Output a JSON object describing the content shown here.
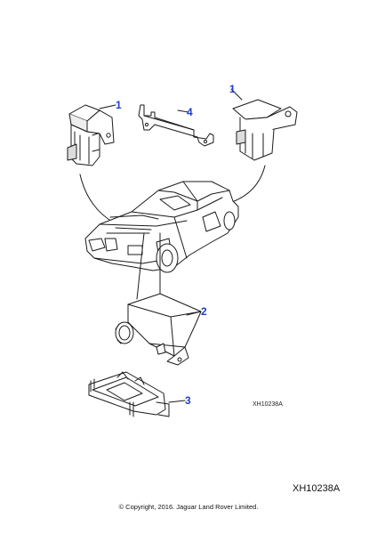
{
  "callouts": [
    {
      "label": "1",
      "part": "sensor-left"
    },
    {
      "label": "4",
      "part": "mounting-bracket"
    },
    {
      "label": "1",
      "part": "sensor-right"
    },
    {
      "label": "2",
      "part": "control-module"
    },
    {
      "label": "3",
      "part": "module-bracket"
    }
  ],
  "diagram_ref_small": "XH10238A",
  "diagram_ref": "XH10238A",
  "copyright": "© Copyright, 2016. Jaguar Land Rover Limited.",
  "colors": {
    "line": "#1a1a1a",
    "callout_text": "#1f3fd1",
    "part_fill": "#ffffff",
    "part_shade": "#d8d8d8"
  }
}
